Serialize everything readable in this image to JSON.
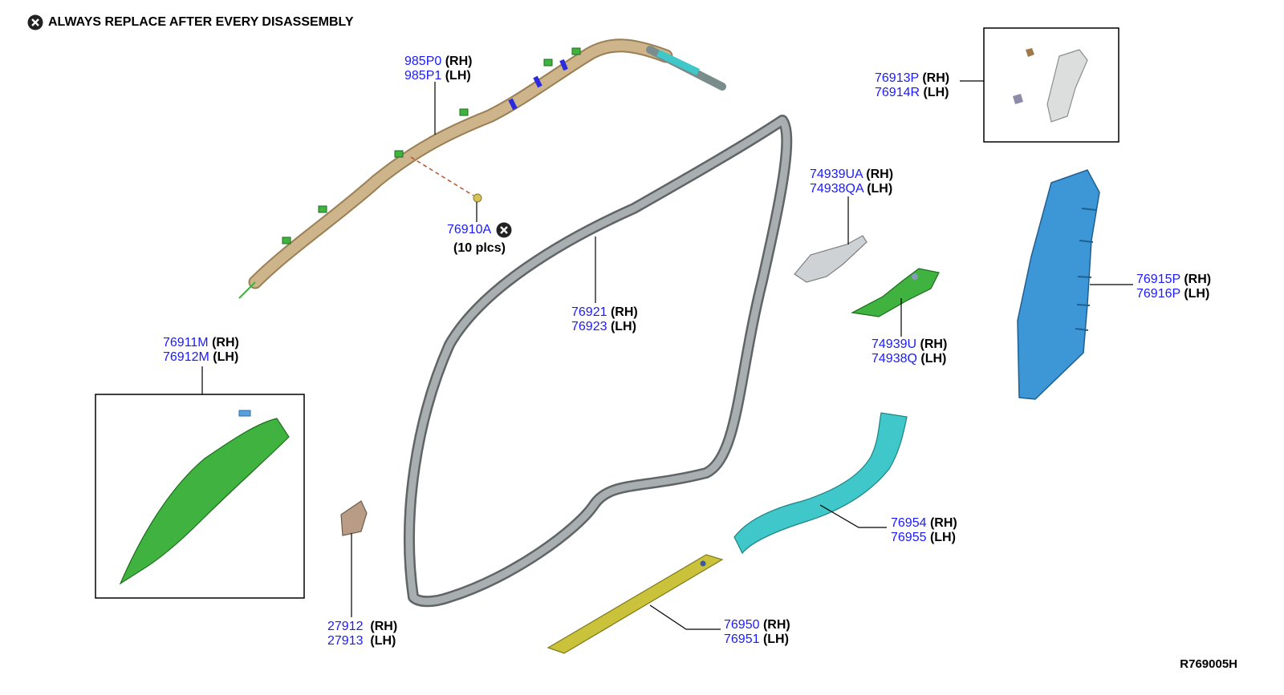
{
  "note": {
    "text": "ALWAYS REPLACE AFTER EVERY DISASSEMBLY",
    "icon": "replace-mark-icon"
  },
  "reference_code": "R769005H",
  "callouts": [
    {
      "id": "airbag",
      "lines": [
        {
          "pn": "985P0",
          "side": "(RH)"
        },
        {
          "pn": "985P1",
          "side": "(LH)"
        }
      ]
    },
    {
      "id": "clip",
      "lines": [
        {
          "pn": "76910A",
          "side": ""
        }
      ],
      "qty": "(10 plcs)"
    },
    {
      "id": "upper-box",
      "lines": [
        {
          "pn": "76913P",
          "side": "(RH)"
        },
        {
          "pn": "76914R",
          "side": "(LH)"
        }
      ]
    },
    {
      "id": "bracket-upper",
      "lines": [
        {
          "pn": "74939UA",
          "side": "(RH)"
        },
        {
          "pn": "74938QA",
          "side": "(LH)"
        }
      ]
    },
    {
      "id": "weatherstrip",
      "lines": [
        {
          "pn": "76921",
          "side": "(RH)"
        },
        {
          "pn": "76923",
          "side": "(LH)"
        }
      ]
    },
    {
      "id": "bracket-lower",
      "lines": [
        {
          "pn": "74939U",
          "side": "(RH)"
        },
        {
          "pn": "74938Q",
          "side": "(LH)"
        }
      ]
    },
    {
      "id": "pillar",
      "lines": [
        {
          "pn": "76915P",
          "side": "(RH)"
        },
        {
          "pn": "76916P",
          "side": "(LH)"
        }
      ]
    },
    {
      "id": "front-pillar-box",
      "lines": [
        {
          "pn": "76911M",
          "side": "(RH)"
        },
        {
          "pn": "76912M",
          "side": "(LH)"
        }
      ]
    },
    {
      "id": "kick-plate",
      "lines": [
        {
          "pn": "76954",
          "side": "(RH)"
        },
        {
          "pn": "76955",
          "side": "(LH)"
        }
      ]
    },
    {
      "id": "small-bracket",
      "lines": [
        {
          "pn": "27912",
          "side": "(RH)"
        },
        {
          "pn": "27913",
          "side": "(LH)"
        }
      ]
    },
    {
      "id": "sill-plate",
      "lines": [
        {
          "pn": "76950",
          "side": "(RH)"
        },
        {
          "pn": "76951",
          "side": "(LH)"
        }
      ]
    }
  ],
  "colors": {
    "part_number": "#1a1aff",
    "airbag": "#cdb48a",
    "weatherstrip": "#8c9194",
    "green_trim": "#3fb23f",
    "blue_pillar": "#3d97d6",
    "teal_kick": "#3fc7c9",
    "yellow_sill": "#c9c23a",
    "bracket_grey": "#cfd2d4",
    "small_bracket": "#b89c86"
  }
}
